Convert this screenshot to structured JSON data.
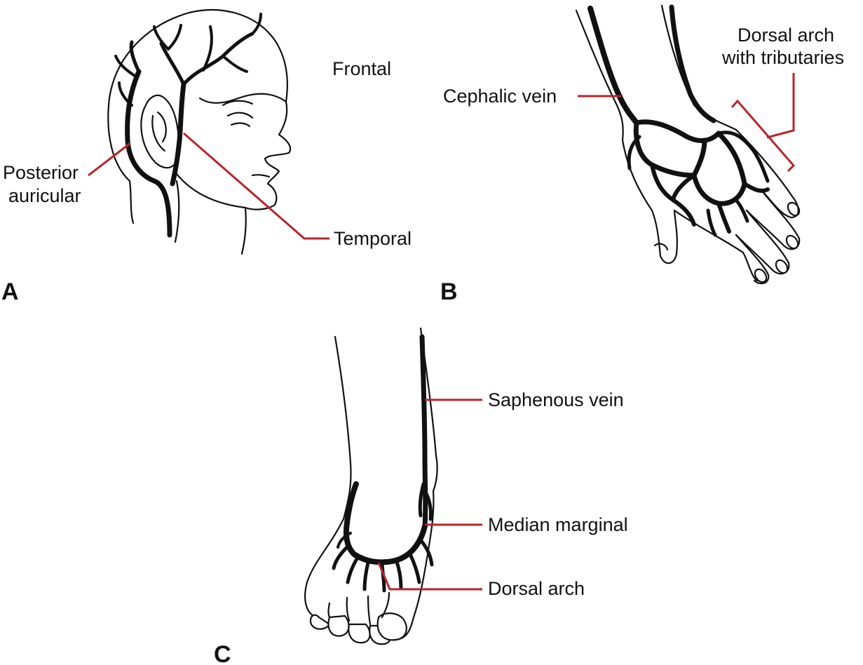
{
  "colors": {
    "line_art": "#111111",
    "leader_lines": "#b5252c",
    "background": "#ffffff"
  },
  "panels": {
    "a": {
      "letter": "A",
      "labels": {
        "frontal": "Frontal",
        "posterior_auricular_line1": "Posterior",
        "posterior_auricular_line2": "auricular",
        "temporal": "Temporal"
      }
    },
    "b": {
      "letter": "B",
      "labels": {
        "cephalic_vein": "Cephalic vein",
        "dorsal_arch_line1": "Dorsal arch",
        "dorsal_arch_line2": "with tributaries"
      }
    },
    "c": {
      "letter": "C",
      "labels": {
        "saphenous_vein": "Saphenous vein",
        "median_marginal": "Median marginal",
        "dorsal_arch": "Dorsal arch"
      }
    }
  }
}
